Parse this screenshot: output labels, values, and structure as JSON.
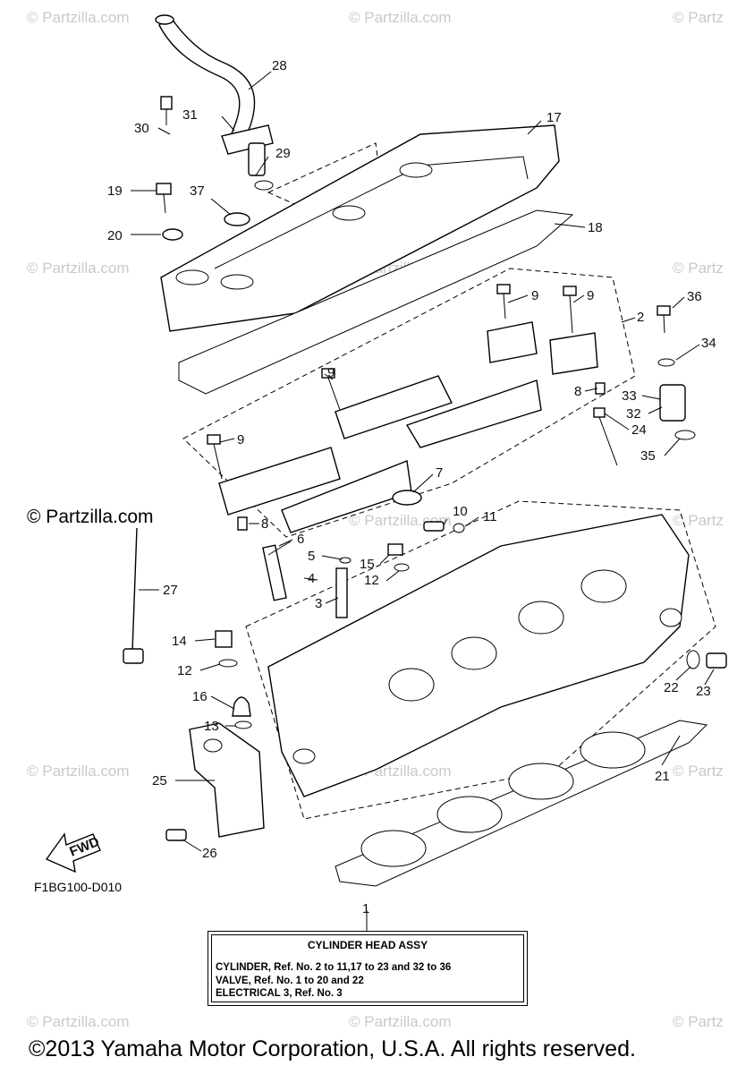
{
  "watermark_text": "© Partzilla.com",
  "watermark_partial": "© Partz",
  "side_watermark": "© Partzilla.com",
  "diagram_code": "F1BG100-D010",
  "fwd_label": "FWD",
  "callouts": [
    "1",
    "2",
    "3",
    "4",
    "5",
    "6",
    "7",
    "8",
    "9",
    "10",
    "11",
    "12",
    "13",
    "14",
    "15",
    "16",
    "17",
    "18",
    "19",
    "20",
    "21",
    "22",
    "23",
    "24",
    "25",
    "26",
    "27",
    "28",
    "29",
    "30",
    "31",
    "32",
    "33",
    "34",
    "35",
    "36",
    "37"
  ],
  "assembly_box": {
    "title": "CYLINDER HEAD ASSY",
    "lines": [
      "CYLINDER, Ref. No. 2 to 11,17 to 23 and 32 to 36",
      "VALVE, Ref. No. 1 to 20 and 22",
      "ELECTRICAL 3, Ref. No. 3"
    ]
  },
  "copyright": "©2013 Yamaha Motor Corporation, U.S.A. All rights reserved."
}
